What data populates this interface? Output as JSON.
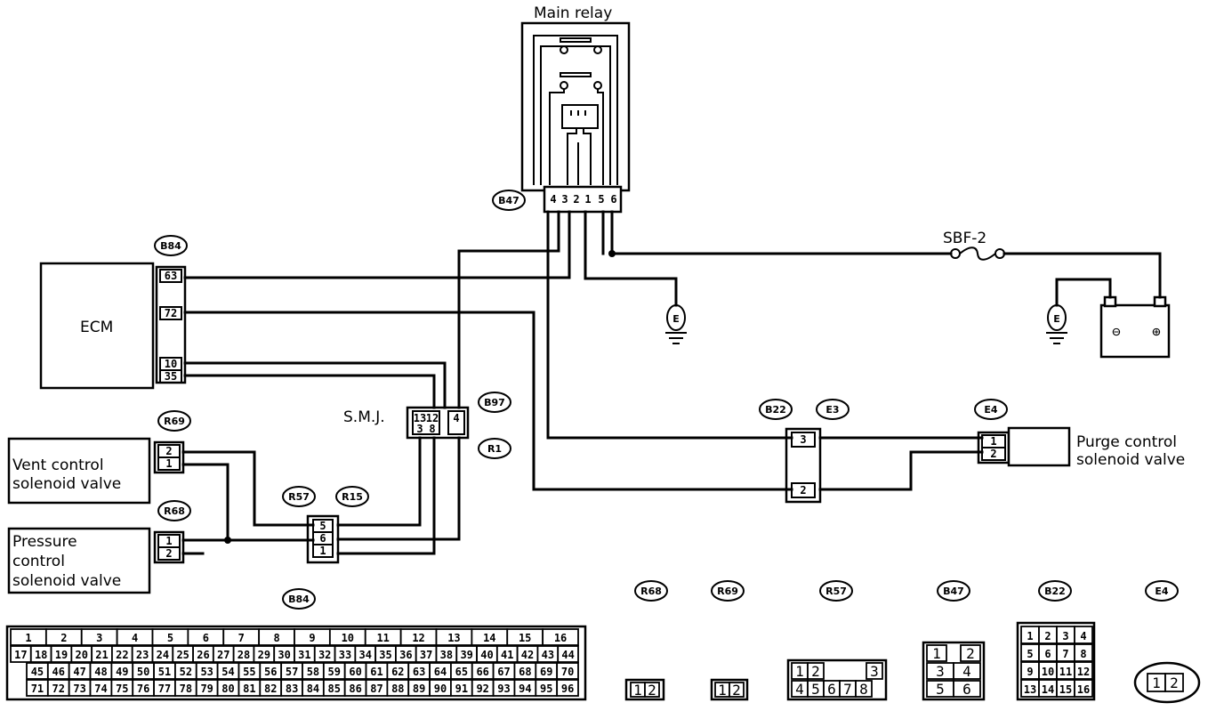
{
  "components": {
    "main_relay": "Main relay",
    "ecm": "ECM",
    "smj": "S.M.J.",
    "sbf": "SBF-2",
    "vent_valve": [
      "Vent control",
      "solenoid valve"
    ],
    "pressure_valve": [
      "Pressure",
      "control",
      "solenoid valve"
    ],
    "purge_valve": [
      "Purge control",
      "solenoid valve"
    ],
    "ground": "E",
    "batt_neg": "⊖",
    "batt_pos": "⊕"
  },
  "tags": {
    "b47": "B47",
    "b84": "B84",
    "b97": "B97",
    "r1": "R1",
    "r69": "R69",
    "r68": "R68",
    "r57": "R57",
    "r15": "R15",
    "b22": "B22",
    "e3": "E3",
    "e4": "E4"
  },
  "pins": {
    "relay": [
      "4",
      "3",
      "2",
      "1",
      "5",
      "6"
    ],
    "ecm": [
      "63",
      "72",
      "10",
      "35"
    ],
    "smj": [
      "13",
      "12",
      "4"
    ],
    "smj_low": [
      "3",
      "8"
    ],
    "r69": [
      "2",
      "1"
    ],
    "r68": [
      "1",
      "2"
    ],
    "r57": [
      "5",
      "6",
      "1"
    ],
    "b22": [
      "3",
      "2"
    ],
    "e4": [
      "1",
      "2"
    ]
  },
  "bottom": {
    "b84_label": "B84",
    "b84_row1": [
      "1",
      "2",
      "3",
      "4",
      "5",
      "6",
      "7",
      "8",
      "9",
      "10",
      "11",
      "12",
      "13",
      "14",
      "15",
      "16"
    ],
    "b84_row2": [
      "17",
      "18",
      "19",
      "20",
      "21",
      "22",
      "23",
      "24",
      "25",
      "26",
      "27",
      "28",
      "29",
      "30",
      "31",
      "32",
      "33",
      "34",
      "35",
      "36",
      "37",
      "38",
      "39",
      "40",
      "41",
      "42",
      "43",
      "44"
    ],
    "b84_row3": [
      "45",
      "46",
      "47",
      "48",
      "49",
      "50",
      "51",
      "52",
      "53",
      "54",
      "55",
      "56",
      "57",
      "58",
      "59",
      "60",
      "61",
      "62",
      "63",
      "64",
      "65",
      "66",
      "67",
      "68",
      "69",
      "70"
    ],
    "b84_row4": [
      "71",
      "72",
      "73",
      "74",
      "75",
      "76",
      "77",
      "78",
      "79",
      "80",
      "81",
      "82",
      "83",
      "84",
      "85",
      "86",
      "87",
      "88",
      "89",
      "90",
      "91",
      "92",
      "93",
      "94",
      "95",
      "96"
    ],
    "r68_label": "R68",
    "r68_pins": [
      "1",
      "2"
    ],
    "r69_label": "R69",
    "r69_pins": [
      "1",
      "2"
    ],
    "r57_label": "R57",
    "r57_pins": [
      "1",
      "2",
      "3",
      "4",
      "5",
      "6",
      "7",
      "8"
    ],
    "b47_label": "B47",
    "b47_pins": [
      "1",
      "2",
      "3",
      "4",
      "5",
      "6"
    ],
    "b22_label": "B22",
    "b22_pins": [
      "1",
      "2",
      "3",
      "4",
      "5",
      "6",
      "7",
      "8",
      "9",
      "10",
      "11",
      "12",
      "13",
      "14",
      "15",
      "16"
    ],
    "e4_label": "E4",
    "e4_pins": [
      "1",
      "2"
    ]
  }
}
